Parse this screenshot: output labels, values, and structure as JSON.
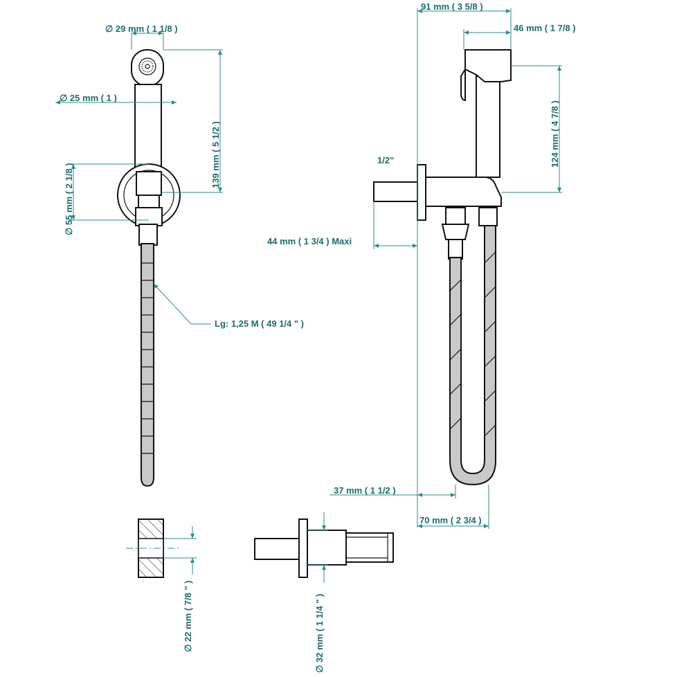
{
  "dimensions": {
    "head_diameter": "∅ 29 mm ( 1 1/8 )",
    "handle_diameter": "∅ 25 mm ( 1 )",
    "handset_length": "139 mm ( 5 1/2 )",
    "holder_diameter": "∅ 55 mm ( 2 1/8 )",
    "hose_length": "Lg: 1,25 M ( 49 1/4 \" )",
    "overall_depth": "91 mm ( 3 5/8 )",
    "holder_depth": "46 mm ( 1 7/8 )",
    "holder_height": "124 mm ( 4 7/8 )",
    "thread_size": "1/2\"",
    "inlet_length": "44 mm ( 1 3/4 )  Maxi",
    "hose_loop_offset": "37 mm ( 1 1/2 )",
    "hose_loop_width": "70 mm ( 2 3/4 )",
    "pipe_diameter": "∅ 22 mm ( 7/8 \" )",
    "flange_diameter": "∅ 32 mm ( 1 1/4 \" )"
  },
  "colors": {
    "dimension": "#1c6b6e",
    "outline": "#111111",
    "hose_fill": "#c9c9c9"
  }
}
